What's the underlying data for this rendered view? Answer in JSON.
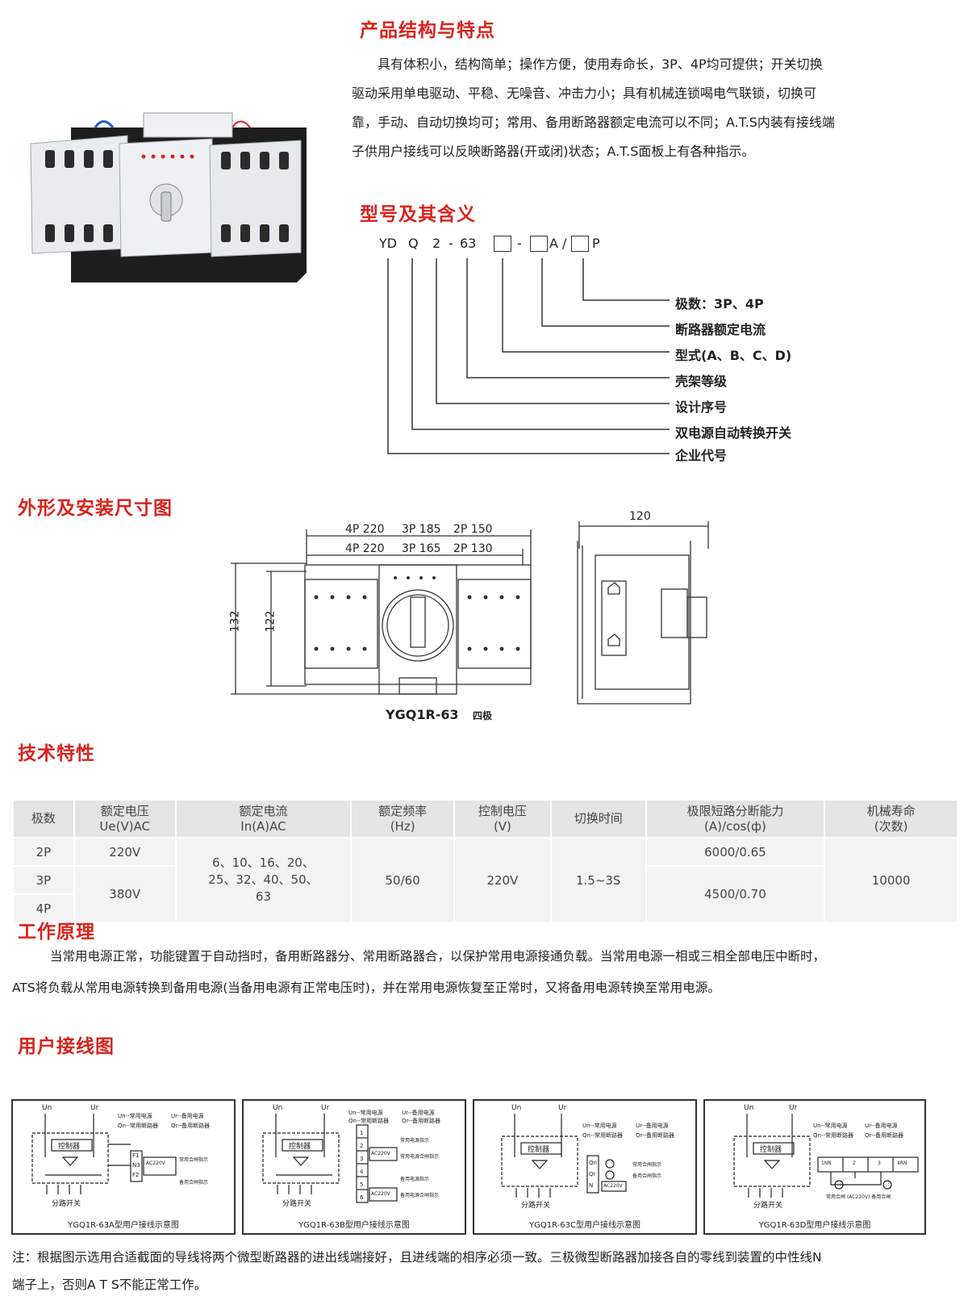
{
  "structure": {
    "title": "产品结构与特点",
    "lines": [
      "具有体积小，结构简单；操作方便，使用寿命长，3P、4P均可提供；开关切换",
      "驱动采用单电驱动、平稳、无噪音、冲击力小；具有机械连锁喝电气联锁，切换可",
      "靠，手动、自动切换均可；常用、备用断路器额定电流可以不同；A.T.S内装有接线端",
      "子供用户接线可以反映断路器(开或闭)状态；A.T.S面板上有各种指示。"
    ]
  },
  "model": {
    "title": "型号及其含义",
    "code": [
      "YD",
      "Q",
      "2",
      "-",
      "63",
      "-",
      "A",
      "/",
      "P"
    ],
    "meanings": [
      "极数：3P、4P",
      "断路器额定电流",
      "型式(A、B、C、D)",
      "壳架等级",
      "设计序号",
      "双电源自动转换开关",
      "企业代号"
    ]
  },
  "dimensions": {
    "title": "外形及安装尺寸图",
    "row1": [
      "4P 220",
      "3P 185",
      "2P 150"
    ],
    "row2": [
      "4P 220",
      "3P 165",
      "2P 130"
    ],
    "height_outer": "132",
    "height_inner": "122",
    "depth": "120",
    "caption_model": "YGQ1R-63",
    "caption_poles": "四极"
  },
  "tech": {
    "title": "技术特性",
    "headers": [
      [
        "极数"
      ],
      [
        "额定电压",
        "Ue(V)AC"
      ],
      [
        "额定电流",
        "In(A)AC"
      ],
      [
        "额定频率",
        "(Hz)"
      ],
      [
        "控制电压",
        "(V)"
      ],
      [
        "切换时间"
      ],
      [
        "极限短路分断能力",
        "(A)/cos(ф)"
      ],
      [
        "机械寿命",
        "(次数)"
      ]
    ],
    "poles": [
      "2P",
      "3P",
      "4P"
    ],
    "voltage_2p": "220V",
    "voltage_34p": "380V",
    "current_lines": [
      "6、10、16、20、",
      "25、32、40、50、",
      "63"
    ],
    "frequency": "50/60",
    "control_voltage": "220V",
    "switch_time": "1.5~3S",
    "breaking_2p": "6000/0.65",
    "breaking_34p": "4500/0.70",
    "life": "10000"
  },
  "principle": {
    "title": "工作原理",
    "lines": [
      "当常用电源正常，功能键置于自动挡时，备用断路器分、常用断路器合，以保护常用电源接通负载。当常用电源一相或三相全部电压中断时，",
      "ATS将负载从常用电源转换到备用电源(当备用电源有正常电压时)，并在常用电源恢复至正常时，又将备用电源转换至常用电源。"
    ]
  },
  "wiring": {
    "title": "用户接线图",
    "un": "Un",
    "ur": "Ur",
    "legend": [
      "Un--常用电源",
      "Ur--备用电源",
      "Qn--常用断路器",
      "Qr--备用断路器"
    ],
    "controller": "控制器",
    "branch": "分路开关",
    "ac": "AC220V",
    "captions": [
      "YGQ1R-63A型用户接线示意图",
      "YGQ1R-63B型用户接线示意图",
      "YGQ1R-63C型用户接线示意图",
      "YGQ1R-63D型用户接线示意图"
    ],
    "a_terms": [
      "F1",
      "N3",
      "F2"
    ],
    "a_labels": [
      "常用合闸指示",
      "备用合闸指示"
    ],
    "b_terms": [
      "1",
      "2",
      "3",
      "4",
      "5",
      "6"
    ],
    "b_labels": [
      "常用电源指示",
      "常用电源合闸指示",
      "备用电源指示",
      "备用电源合闸指示"
    ],
    "c_terms": [
      "Qn",
      "Qr",
      "N"
    ],
    "c_labels": [
      "常用合闸指示",
      "备用合闸指示"
    ],
    "d_terms": [
      "1NN",
      "2",
      "3",
      "4RN"
    ],
    "d_label": "常用合闸 (AC220V) 备用合闸"
  },
  "note": {
    "lines": [
      "注：根据图示选用合适截面的导线将两个微型断路器的进出线端接好，且进线端的相序必须一致。三极微型断路器加接各自的零线到装置的中性线N",
      "端子上，否则A T S不能正常工作。"
    ]
  }
}
